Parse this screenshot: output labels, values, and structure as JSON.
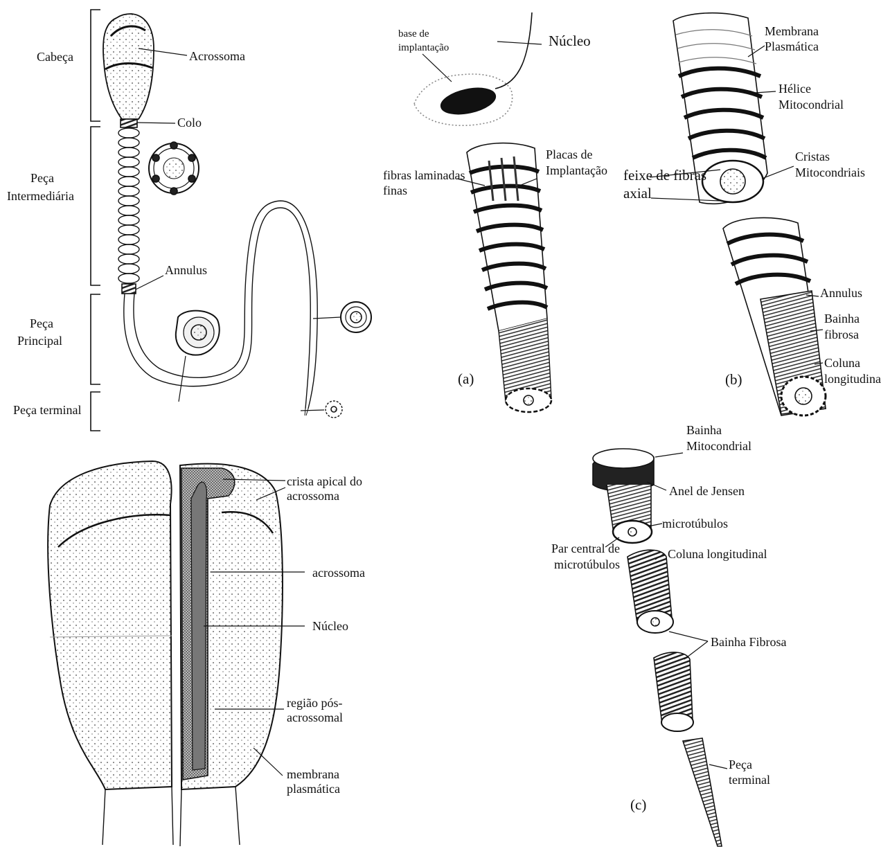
{
  "sperm_overview": {
    "regions": {
      "head": "Cabeça",
      "midpiece_1": "Peça",
      "midpiece_2": "Intermediária",
      "principal_1": "Peça",
      "principal_2": "Principal",
      "terminal": "Peça terminal"
    },
    "labels": {
      "acrosome": "Acrossoma",
      "neck": "Colo",
      "annulus": "Annulus"
    }
  },
  "panel_a": {
    "base_1": "base de",
    "base_2": "implantação",
    "nucleus": "Núcleo",
    "plates_1": "Placas de",
    "plates_2": "Implantação",
    "fibers_1": "fibras laminadas",
    "fibers_2": "finas",
    "letter": "(a)"
  },
  "panel_b": {
    "membrane_1": "Membrana",
    "membrane_2": "Plasmática",
    "helix_1": "Hélice",
    "helix_2": "Mitocondrial",
    "cristae_1": "Cristas",
    "cristae_2": "Mitocondriais",
    "axial_1": "feixe de fibras",
    "axial_2": "axial",
    "annulus": "Annulus",
    "sheath_1": "Bainha",
    "sheath_2": "fibrosa",
    "column_1": "Coluna",
    "column_2": "longitudinal",
    "letter": "(b)"
  },
  "head_section": {
    "crest_1": "crista apical do",
    "crest_2": "acrossoma",
    "acrosome": "acrossoma",
    "nucleus": "Núcleo",
    "post_1": "região pós-",
    "post_2": "acrossomal",
    "membrane_1": "membrana",
    "membrane_2": "plasmática"
  },
  "panel_c": {
    "mito_1": "Bainha",
    "mito_2": "Mitocondrial",
    "jensen": "Anel de Jensen",
    "microtubules": "microtúbulos",
    "pair_1": "Par central de",
    "pair_2": "microtúbulos",
    "column": "Coluna longitudinal",
    "sheath": "Bainha Fibrosa",
    "terminal_1": "Peça",
    "terminal_2": "terminal",
    "letter": "(c)"
  }
}
